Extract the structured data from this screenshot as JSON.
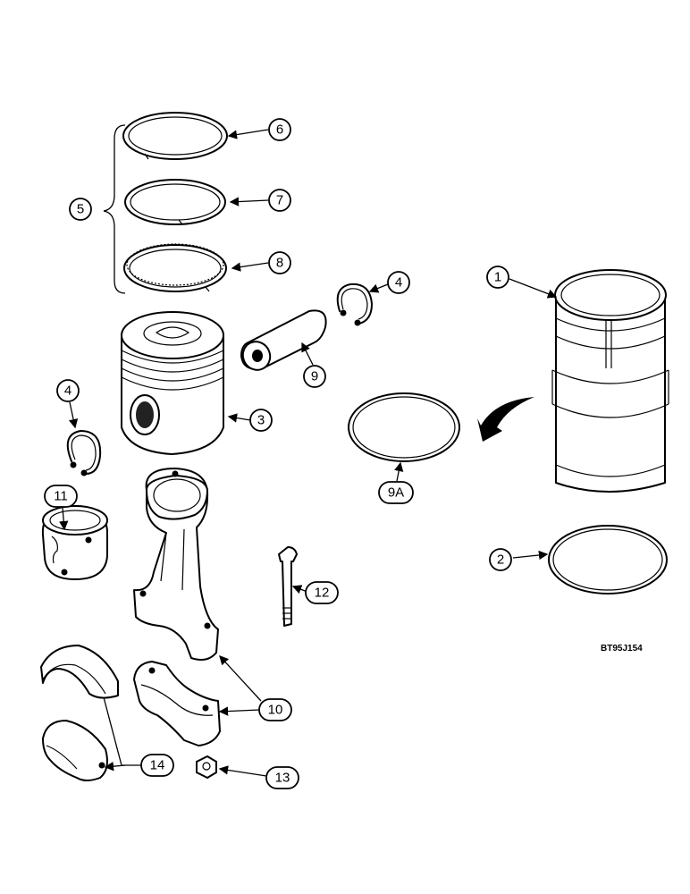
{
  "figure_code": "BT95J154",
  "callouts": {
    "c1": "1",
    "c2": "2",
    "c3": "3",
    "c4a": "4",
    "c4b": "4",
    "c5": "5",
    "c6": "6",
    "c7": "7",
    "c8": "8",
    "c9": "9",
    "c9a": "9A",
    "c10": "10",
    "c11": "11",
    "c12": "12",
    "c13": "13",
    "c14": "14"
  }
}
